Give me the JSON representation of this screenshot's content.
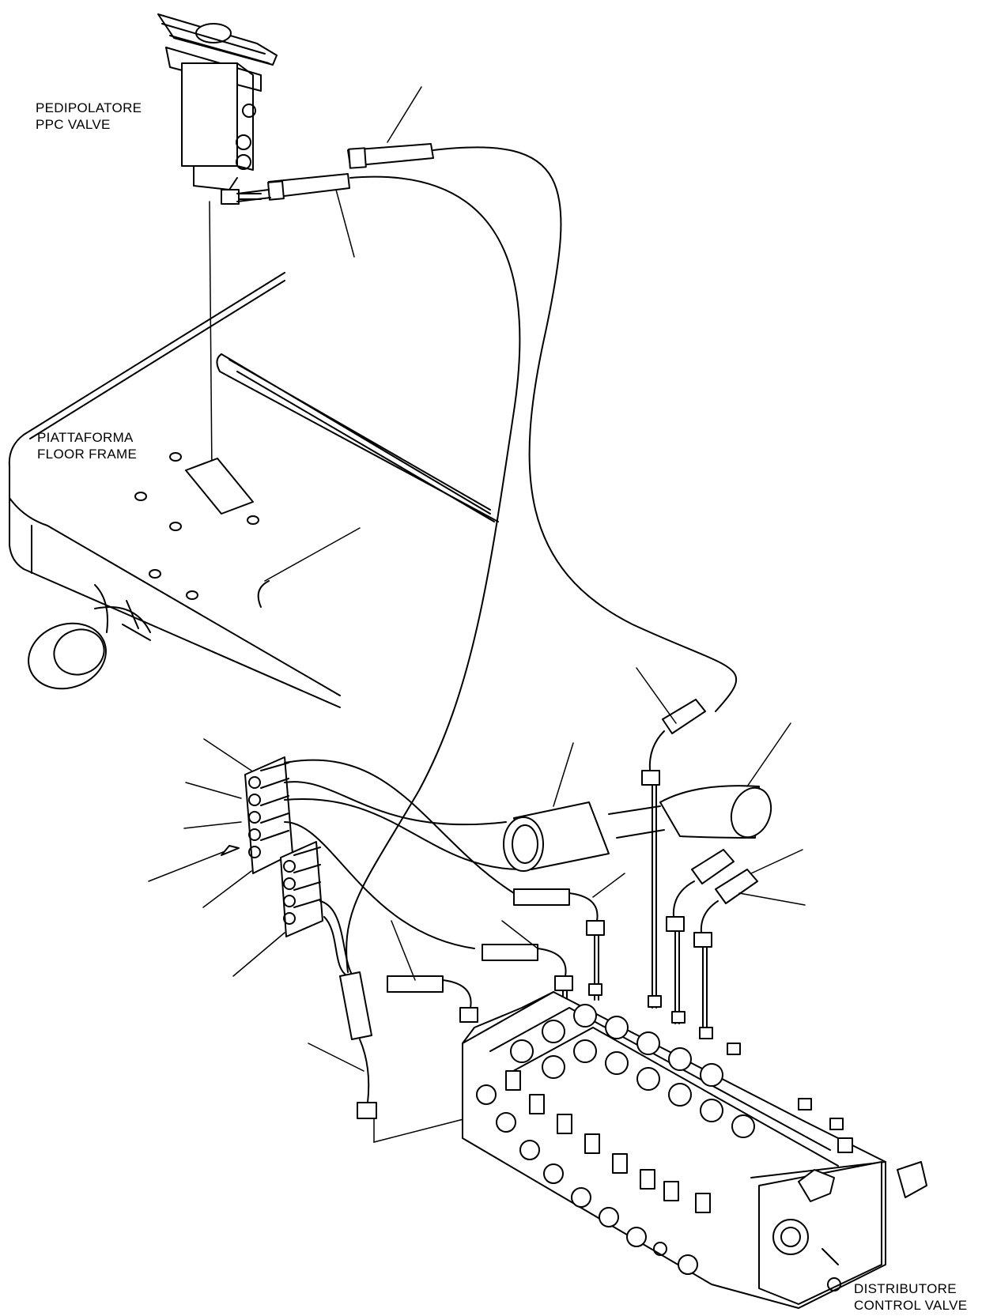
{
  "labels": {
    "ppc_valve": {
      "line1": "PEDIPOLATORE",
      "line2": "PPC VALVE"
    },
    "floor_frame": {
      "line1": "PIATTAFORMA",
      "line2": "FLOOR FRAME"
    },
    "control_valve": {
      "line1": "DISTRIBUTORE",
      "line2": "CONTROL VALVE"
    }
  },
  "colors": {
    "ink": "#000000",
    "paper": "#ffffff"
  }
}
